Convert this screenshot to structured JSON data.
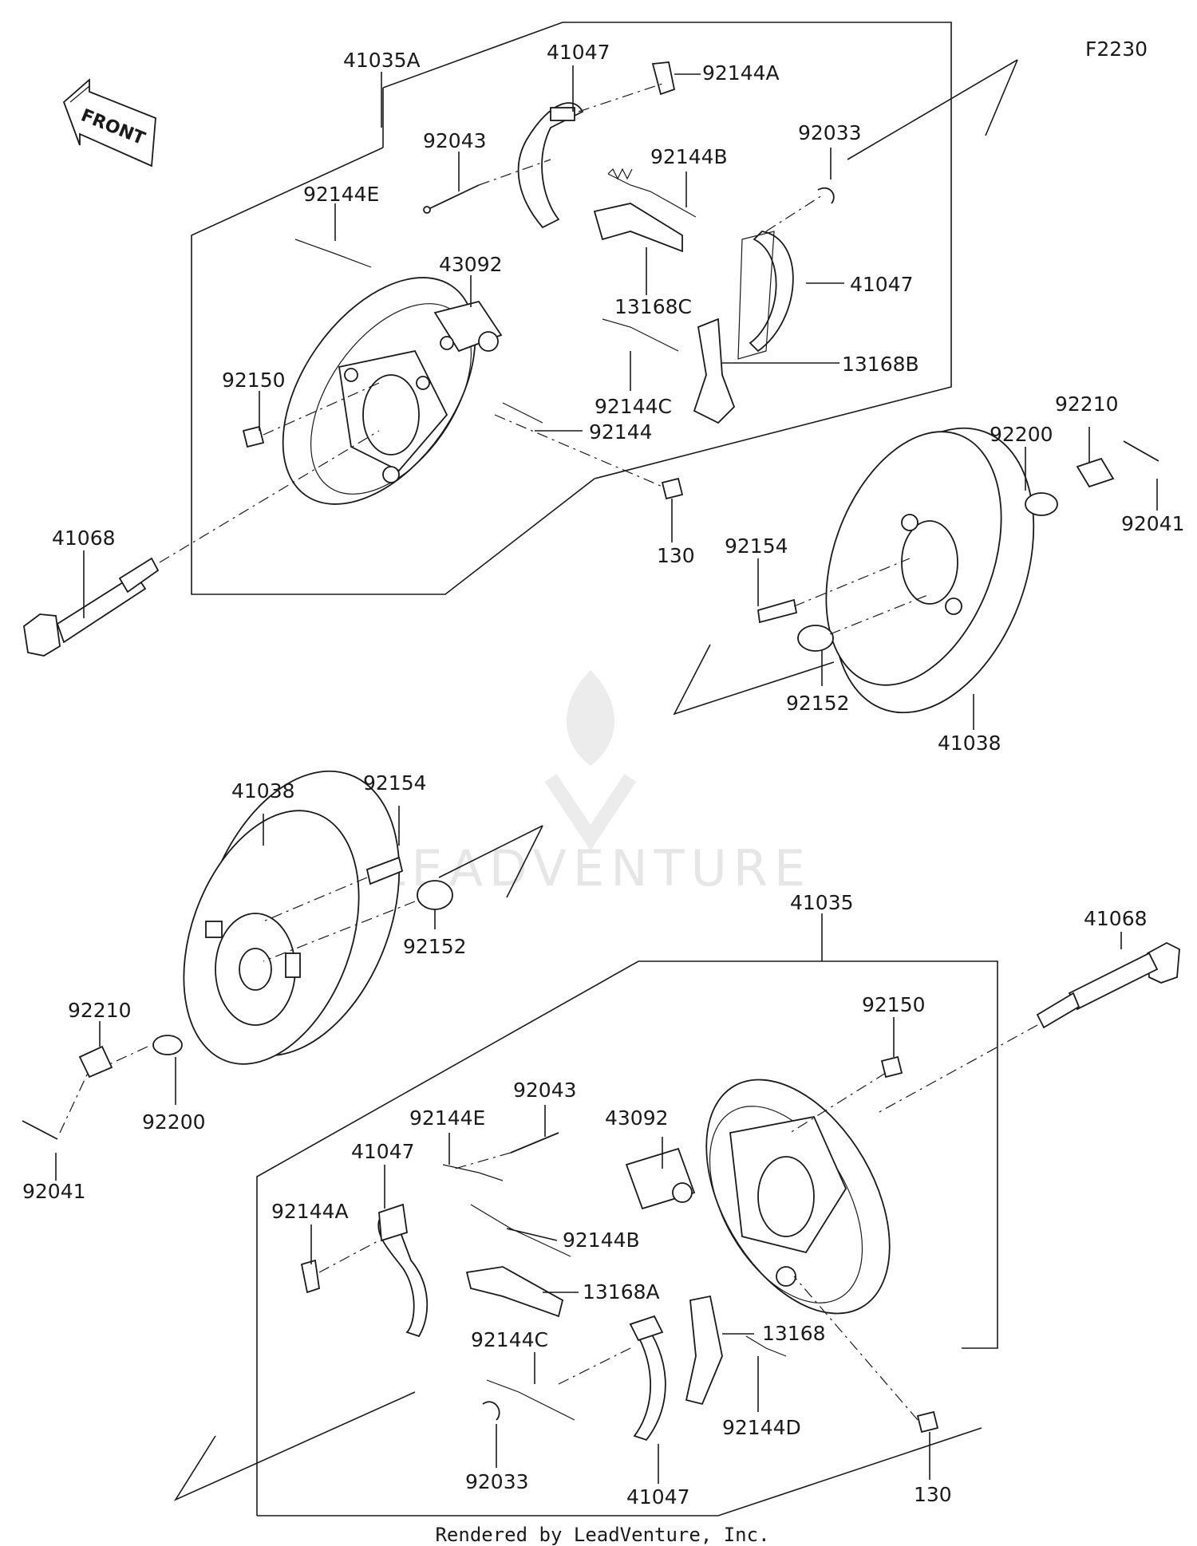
{
  "diagram": {
    "code": "F2230",
    "front_label": "FRONT",
    "watermark": "LEADVENTURE",
    "footer": "Rendered by LeadVenture, Inc."
  },
  "callouts": {
    "t_41035A": "41035A",
    "t_41047_a": "41047",
    "t_92144A_a": "92144A",
    "t_92043_a": "92043",
    "t_92033_a": "92033",
    "t_92144B_a": "92144B",
    "t_92144E_a": "92144E",
    "t_43092_a": "43092",
    "t_13168C": "13168C",
    "t_41047_b": "41047",
    "t_92150_a": "92150",
    "t_92144C_a": "92144C",
    "t_13168B": "13168B",
    "t_92144": "92144",
    "t_92210_a": "92210",
    "t_92200_a": "92200",
    "t_41068_a": "41068",
    "t_130_a": "130",
    "t_92154_a": "92154",
    "t_92041_a": "92041",
    "t_92152_a": "92152",
    "t_41038_a": "41038",
    "t_41038_b": "41038",
    "t_92154_b": "92154",
    "t_92152_b": "92152",
    "t_41035": "41035",
    "t_41068_b": "41068",
    "t_92210_b": "92210",
    "t_92150_b": "92150",
    "t_92200_b": "92200",
    "t_92043_b": "92043",
    "t_92144E_b": "92144E",
    "t_43092_b": "43092",
    "t_41047_c": "41047",
    "t_92041_b": "92041",
    "t_92144A_b": "92144A",
    "t_92144B_b": "92144B",
    "t_13168A": "13168A",
    "t_13168": "13168",
    "t_92144C_b": "92144C",
    "t_92144D": "92144D",
    "t_92033_b": "92033",
    "t_41047_d": "41047",
    "t_130_b": "130"
  }
}
